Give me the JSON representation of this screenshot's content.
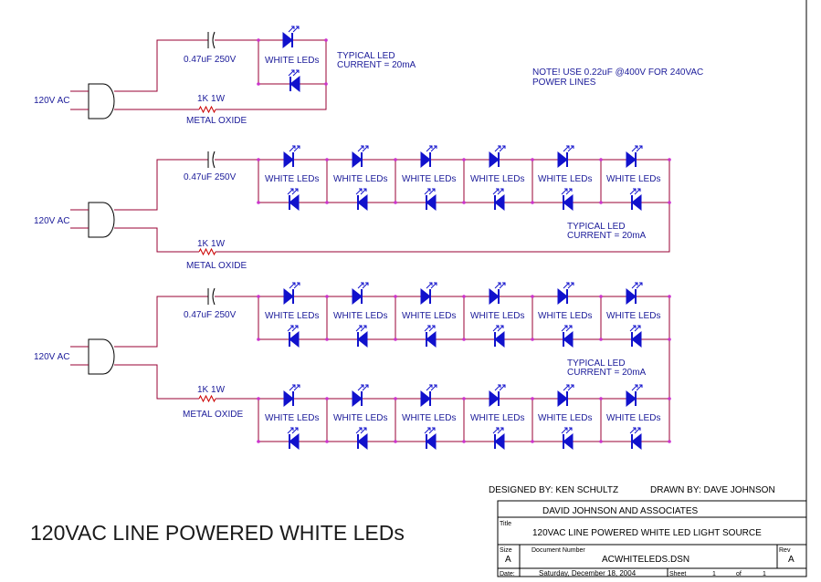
{
  "colors": {
    "wire": "#990033",
    "led": "#1111cc",
    "node": "#cc33cc",
    "resistor": "#cc0000",
    "text": "#1a1a99",
    "border": "#000000"
  },
  "circuits": [
    {
      "source_label": "120V AC",
      "capacitor_label": "0.47uF 250V",
      "resistor_label": "1K 1W",
      "resistor_type_label": "METAL OXIDE",
      "led_labels": [
        "WHITE LEDs"
      ],
      "current_note": [
        "TYPICAL LED",
        "CURRENT = 20mA"
      ]
    },
    {
      "source_label": "120V AC",
      "capacitor_label": "0.47uF 250V",
      "resistor_label": "1K 1W",
      "resistor_type_label": "METAL OXIDE",
      "led_labels": [
        "WHITE LEDs",
        "WHITE LEDs",
        "WHITE LEDs",
        "WHITE LEDs",
        "WHITE LEDs",
        "WHITE LEDs"
      ],
      "current_note": [
        "TYPICAL LED",
        "CURRENT = 20mA"
      ]
    },
    {
      "source_label": "120V AC",
      "capacitor_label": "0.47uF 250V",
      "resistor_label": "1K 1W",
      "resistor_type_label": "METAL OXIDE",
      "led_labels_top": [
        "WHITE LEDs",
        "WHITE LEDs",
        "WHITE LEDs",
        "WHITE LEDs",
        "WHITE LEDs",
        "WHITE LEDs"
      ],
      "led_labels_bottom": [
        "WHITE LEDs",
        "WHITE LEDs",
        "WHITE LEDs",
        "WHITE LEDs",
        "WHITE LEDs",
        "WHITE LEDs"
      ],
      "current_note": [
        "TYPICAL LED",
        "CURRENT = 20mA"
      ]
    }
  ],
  "note": [
    "NOTE! USE 0.22uF @400V FOR 240VAC",
    "POWER LINES"
  ],
  "designed_by": "DESIGNED BY: KEN SCHULTZ",
  "drawn_by": "DRAWN BY: DAVE JOHNSON",
  "main_title": "120VAC LINE POWERED WHITE LEDs",
  "title_block": {
    "company": "DAVID JOHNSON AND ASSOCIATES",
    "title_caption": "Title",
    "title": "120VAC LINE POWERED WHITE LED LIGHT SOURCE",
    "size_caption": "Size",
    "size": "A",
    "docnum_caption": "Document Number",
    "docnum": "ACWHITELEDS.DSN",
    "rev_caption": "Rev",
    "rev": "A",
    "date_caption": "Date:",
    "date": "Saturday, December 18, 2004",
    "sheet_caption": "Sheet",
    "sheet_num": "1",
    "of_caption": "of",
    "sheet_total": "1"
  }
}
